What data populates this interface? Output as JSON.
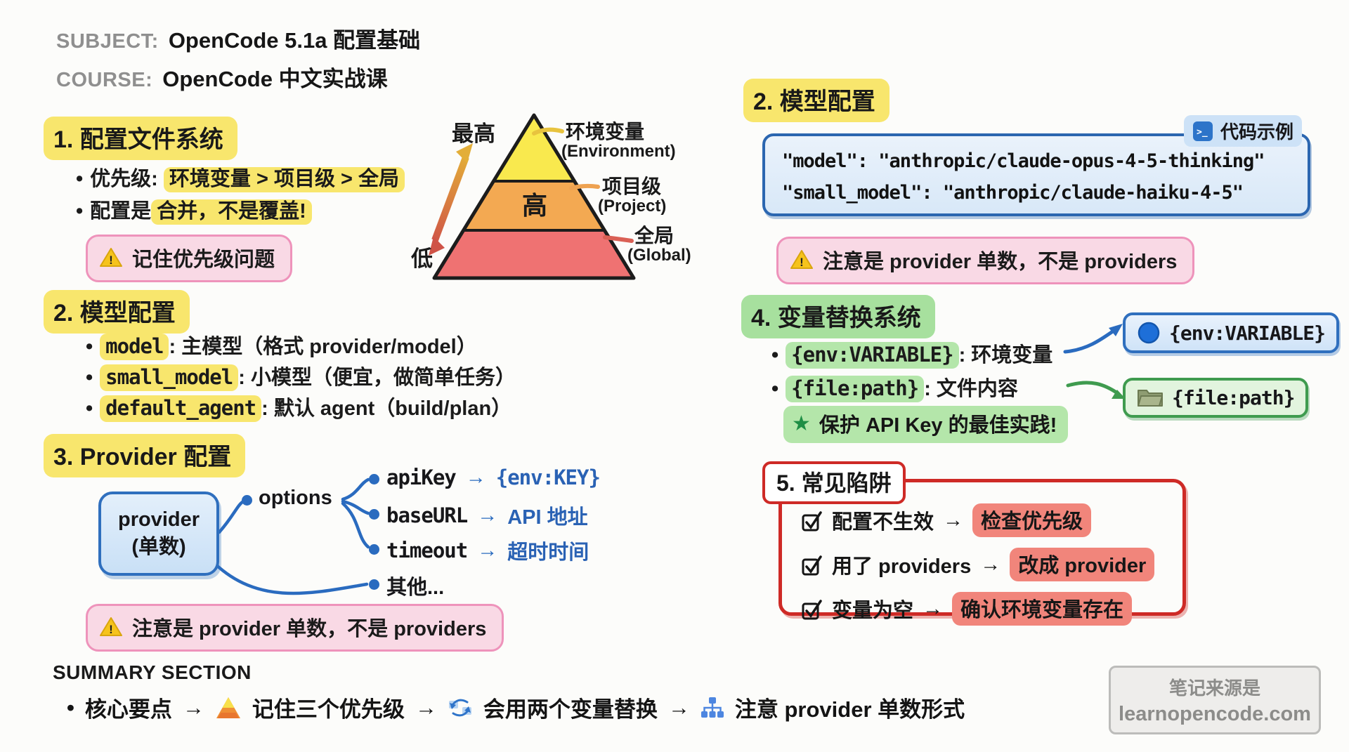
{
  "header": {
    "subject_label": "SUBJECT:",
    "subject_value": "OpenCode 5.1a 配置基础",
    "course_label": "COURSE:",
    "course_value": "OpenCode 中文实战课"
  },
  "left": {
    "section1": {
      "title": "1. 配置文件系统",
      "b1_prefix": "优先级:",
      "b1_highlight": "环境变量 > 项目级 > 全局",
      "b2_prefix": "配置是",
      "b2_highlight": "合并，不是覆盖!",
      "warning": "记住优先级问题"
    },
    "pyramid": {
      "high_label": "最高",
      "low_label": "低",
      "mid_text": "高",
      "level1_name": "环境变量",
      "level1_en": "(Environment)",
      "level2_name": "项目级",
      "level2_en": "(Project)",
      "level3_name": "全局",
      "level3_en": "(Global)"
    },
    "section2": {
      "title": "2. 模型配置",
      "items": [
        {
          "key": "model",
          "sep": ": ",
          "desc": "主模型（格式 provider/model）"
        },
        {
          "key": "small_model",
          "sep": ": ",
          "desc": "小模型（便宜，做简单任务）"
        },
        {
          "key": "default_agent",
          "sep": ": ",
          "desc": "默认 agent（build/plan）"
        }
      ]
    },
    "section3": {
      "title": "3. Provider 配置",
      "box_line1": "provider",
      "box_line2": "(单数)",
      "options_label": "options",
      "branches": [
        {
          "key": "apiKey",
          "value": "{env:KEY}"
        },
        {
          "key": "baseURL",
          "value": "API 地址"
        },
        {
          "key": "timeout",
          "value": "超时时间"
        }
      ],
      "other_label": "其他...",
      "warning": "注意是 provider 单数，不是 providers"
    }
  },
  "right": {
    "section2": {
      "title": "2. 模型配置",
      "badge_label": "代码示例",
      "code_line1": "\"model\": \"anthropic/claude-opus-4-5-thinking\"",
      "code_line2": "\"small_model\": \"anthropic/claude-haiku-4-5\"",
      "warning": "注意是 provider 单数，不是 providers"
    },
    "section4": {
      "title": "4. 变量替换系统",
      "b1_highlight": "{env:VARIABLE}",
      "b1_desc": ": 环境变量",
      "b2_highlight": "{file:path}",
      "b2_desc": ": 文件内容",
      "tip": "保护 API Key 的最佳实践!",
      "env_box_label": "{env:VARIABLE}",
      "file_box_label": "{file:path}"
    },
    "section5": {
      "title": "5. 常见陷阱",
      "items": [
        {
          "issue": "配置不生效",
          "fix": "检查优先级"
        },
        {
          "issue": "用了 providers",
          "fix": "改成 provider"
        },
        {
          "issue": "变量为空",
          "fix": "确认环境变量存在"
        }
      ]
    }
  },
  "summary": {
    "heading": "SUMMARY SECTION",
    "lead": "核心要点",
    "step1": "记住三个优先级",
    "step2": "会用两个变量替换",
    "step3": "注意 provider 单数形式"
  },
  "source": {
    "line1": "笔记来源是",
    "line2": "learnopencode.com"
  },
  "glyphs": {
    "arrow": "→",
    "bullet": "•",
    "star": "★"
  }
}
